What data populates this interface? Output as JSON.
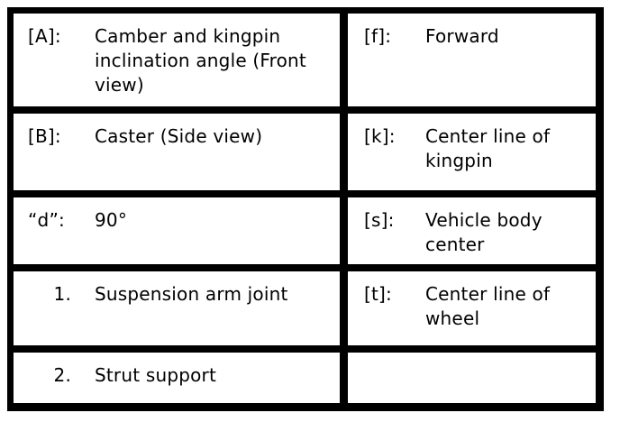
{
  "document": {
    "kind": "legend-table",
    "colors": {
      "background": "#ffffff",
      "border": "#000000",
      "text": "#000000"
    },
    "left_column": {
      "rows": [
        {
          "label": "[A]:",
          "text": "Camber and kingpin inclination angle (Front view)"
        },
        {
          "label": "[B]:",
          "text": "Caster (Side view)"
        },
        {
          "label": "“d”:",
          "text": "90°"
        },
        {
          "label": "1.",
          "text": "Suspension arm joint"
        },
        {
          "label": "2.",
          "text": "Strut support"
        }
      ]
    },
    "right_column": {
      "rows": [
        {
          "label": "[f]:",
          "text": "Forward"
        },
        {
          "label": "[k]:",
          "text": "Center line of kingpin"
        },
        {
          "label": "[s]:",
          "text": "Vehicle body center"
        },
        {
          "label": "[t]:",
          "text": "Center line of wheel"
        },
        {
          "label": "",
          "text": ""
        }
      ]
    }
  }
}
